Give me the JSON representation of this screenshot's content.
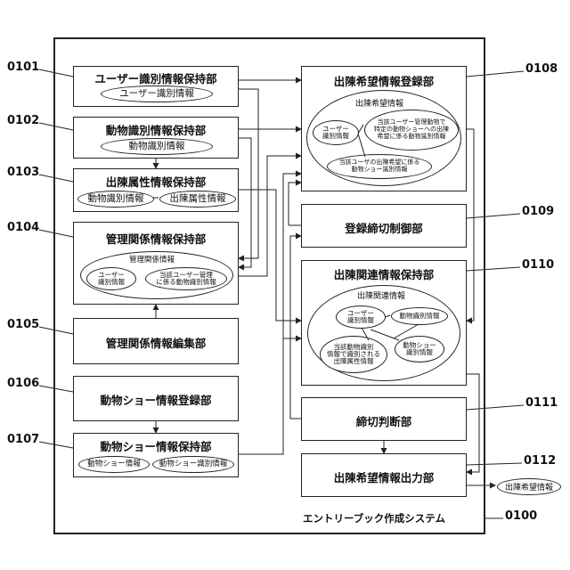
{
  "refs": {
    "r0101": "0101",
    "r0102": "0102",
    "r0103": "0103",
    "r0104": "0104",
    "r0105": "0105",
    "r0106": "0106",
    "r0107": "0107",
    "r0108": "0108",
    "r0109": "0109",
    "r0110": "0110",
    "r0111": "0111",
    "r0112": "0112",
    "r0100": "0100"
  },
  "system_caption": "エントリーブック作成システム",
  "b0101": {
    "title": "ユーザー識別情報保持部",
    "item": "ユーザー識別情報"
  },
  "b0102": {
    "title": "動物識別情報保持部",
    "item": "動物識別情報"
  },
  "b0103": {
    "title": "出陳属性情報保持部",
    "item_a": "動物識別情報",
    "item_b": "出陳属性情報"
  },
  "b0104": {
    "title": "管理関係情報保持部",
    "group": "管理関係情報",
    "item_a": "ユーザー\n識別情報",
    "item_b": "当該ユーザー管理\nに係る動物識別情報"
  },
  "b0105": {
    "title": "管理関係情報編集部"
  },
  "b0106": {
    "title": "動物ショー情報登録部"
  },
  "b0107": {
    "title": "動物ショー情報保持部",
    "item_a": "動物ショー情報",
    "item_b": "動物ショー識別情報"
  },
  "b0108": {
    "title": "出陳希望情報登録部",
    "group": "出陳希望情報",
    "item_a": "ユーザー\n識別情報",
    "item_b": "当該ユーザー管理動物で\n特定の動物ショーへの出陳\n希望に係る動物識別情報",
    "item_c": "当該ユーザの出陳希望に係る\n動物ショー識別情報"
  },
  "b0109": {
    "title": "登録締切制御部"
  },
  "b0110": {
    "title": "出陳関連情報保持部",
    "group": "出陳関連情報",
    "item_a": "ユーザー\n識別情報",
    "item_b": "動物識別情報",
    "item_c": "当該動物識別\n情報で識別される\n出陳属性情報",
    "item_d": "動物ショー\n識別情報"
  },
  "b0111": {
    "title": "締切判断部"
  },
  "b0112": {
    "title": "出陳希望情報出力部"
  },
  "output_label": "出陳希望情報"
}
